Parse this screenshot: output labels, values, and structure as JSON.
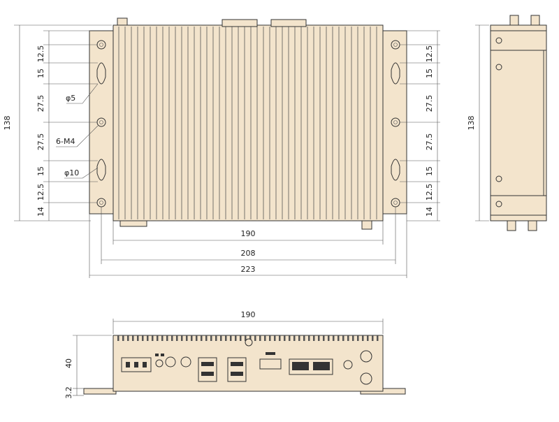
{
  "top_view": {
    "left_dims": [
      "12.5",
      "15",
      "27.5",
      "27.5",
      "15",
      "12.5",
      "14"
    ],
    "right_dims": [
      "12.5",
      "15",
      "27.5",
      "27.5",
      "15",
      "12.5",
      "14"
    ],
    "overall_height": "138",
    "labels": {
      "slot": "φ5",
      "thread": "6-M4",
      "big_hole": "φ10"
    },
    "widths": [
      "190",
      "208",
      "223"
    ]
  },
  "side_view": {
    "height": "138"
  },
  "front_view": {
    "width": "190",
    "height": "40",
    "bracket": "3.2"
  }
}
